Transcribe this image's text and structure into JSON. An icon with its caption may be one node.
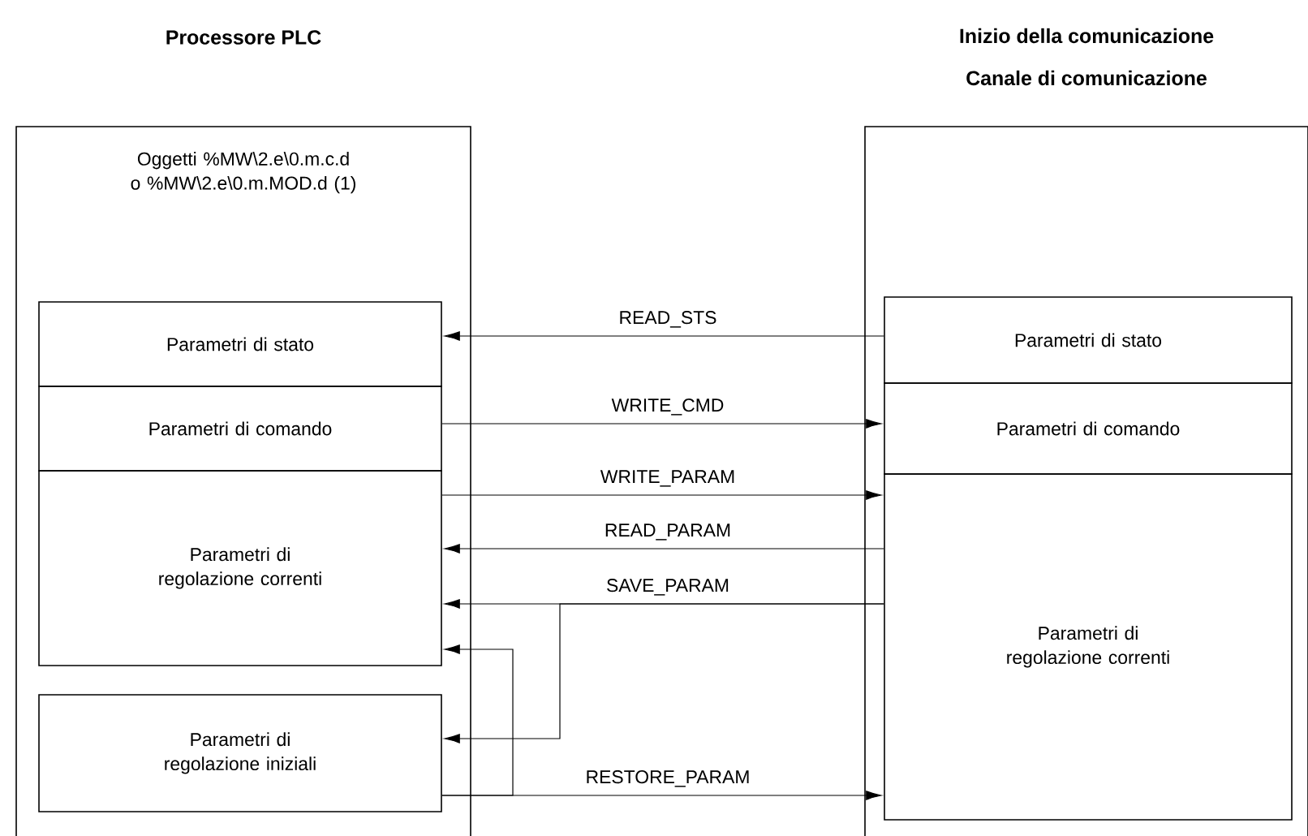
{
  "diagram": {
    "nodes": [
      {
        "text": [
          "Processore PLC",
          "Oggetti %MW\\2.e\\0.m.c.d o %MW\\2.e\\0.m.MOD.d (1)"
        ]
      },
      {
        "text": [
          "Parametri di stato"
        ],
        "in": 0
      },
      {
        "text": [
          "Parametri di comando"
        ],
        "in": 0
      },
      {
        "text": [
          "Parametri di regolazione correnti"
        ],
        "in": 0
      },
      {
        "text": [
          "Parametri di regolazione iniziali"
        ],
        "in": 0
      },
      {
        "text": [
          "Inizio della comunicazione",
          "Canale di comunicazione"
        ]
      },
      {
        "text": [
          "Parametri di stato"
        ],
        "in": 5
      },
      {
        "text": [
          "Parametri di comando"
        ],
        "in": 5
      },
      {
        "text": [
          "Parametri di regolazione correnti"
        ],
        "in": 5
      }
    ],
    "edges": [
      {
        "from": 6,
        "to": 1,
        "arrow": "to",
        "label": "READ_STS"
      },
      {
        "from": 2,
        "to": 7,
        "arrow": "to",
        "label": "WRITE_CMD"
      },
      {
        "from": 3,
        "to": 8,
        "arrow": "to",
        "label": "WRITE_PARAM"
      },
      {
        "from": 8,
        "to": 3,
        "arrow": "to",
        "label": "READ_PARAM"
      },
      {
        "from": 8,
        "to": 3,
        "arrow": "to",
        "label": "SAVE_PARAM"
      },
      {
        "from": 8,
        "to": 4,
        "arrow": "to"
      },
      {
        "from": 4,
        "to": 8,
        "arrow": "to",
        "label": "RESTORE_PARAM"
      },
      {
        "from": 4,
        "to": 3,
        "arrow": "to"
      }
    ]
  }
}
